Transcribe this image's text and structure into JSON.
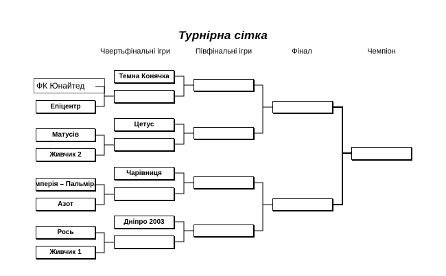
{
  "title": "Турнірна сітка",
  "rounds": [
    "Чвертьфінальні ігри",
    "Півфінальні ігри",
    "Фінал",
    "Чемпіон"
  ],
  "round1": [
    "ФК Юнайтед",
    "Епіцентр",
    "Матусів",
    "Живчик 2",
    "Імперія – Пальміра",
    "Азот",
    "Рось",
    "Живчик 1"
  ],
  "round2": [
    "Темна Конячка",
    "",
    "Цетус",
    "",
    "Чарівниця",
    "",
    "Дніпро 2003",
    ""
  ],
  "round3": [
    "",
    "",
    "",
    ""
  ],
  "round4": [
    "",
    ""
  ],
  "champion": [
    ""
  ]
}
